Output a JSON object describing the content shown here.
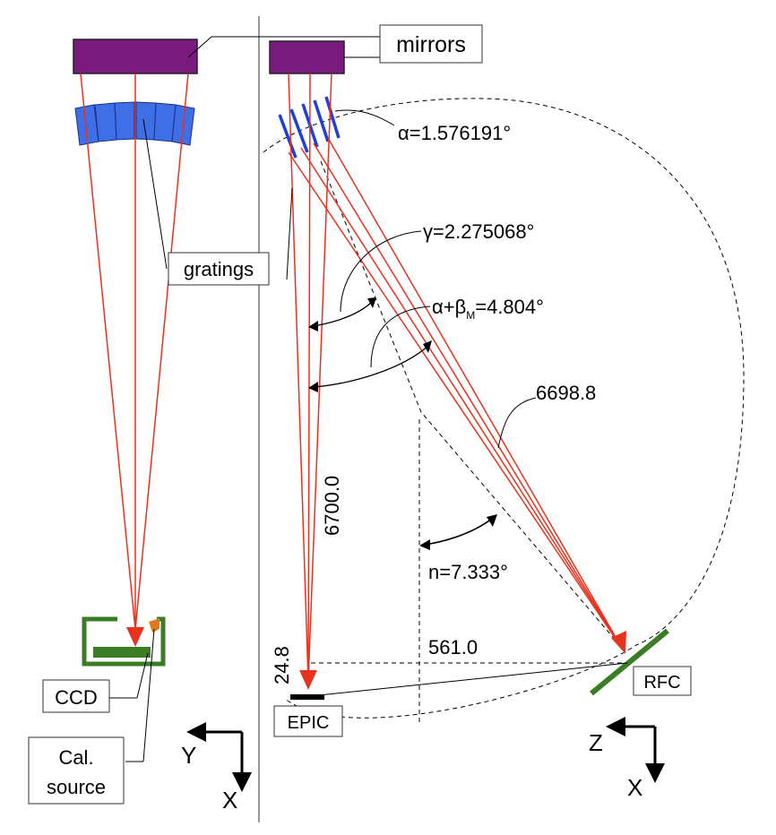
{
  "colors": {
    "mirror": "#7b1a7e",
    "grating_block": "#3f6fe6",
    "grating_line": "#1f3fd6",
    "ray": "#e8321e",
    "detector": "#3a7d24",
    "source": "#e07a1a",
    "divider": "#9a9a9a"
  },
  "labels": {
    "mirrors": "mirrors",
    "gratings": "gratings",
    "ccd": "CCD",
    "cal_source_line1": "Cal.",
    "cal_source_line2": "source",
    "rfc": "RFC",
    "epic": "EPIC",
    "alpha": "α=1.576191°",
    "gamma": "γ=2.275068°",
    "alpha_beta_pre": "α+β",
    "alpha_beta_sub": "M",
    "alpha_beta_post": "=4.804°",
    "dist_6698": "6698.8",
    "dist_6700": "6700.0",
    "n_angle": "n=7.333°",
    "dist_561": "561.0",
    "dist_24": "24.8"
  },
  "axes_left": {
    "up": "Y",
    "down": "X"
  },
  "axes_right": {
    "up": "Z",
    "down": "X"
  }
}
